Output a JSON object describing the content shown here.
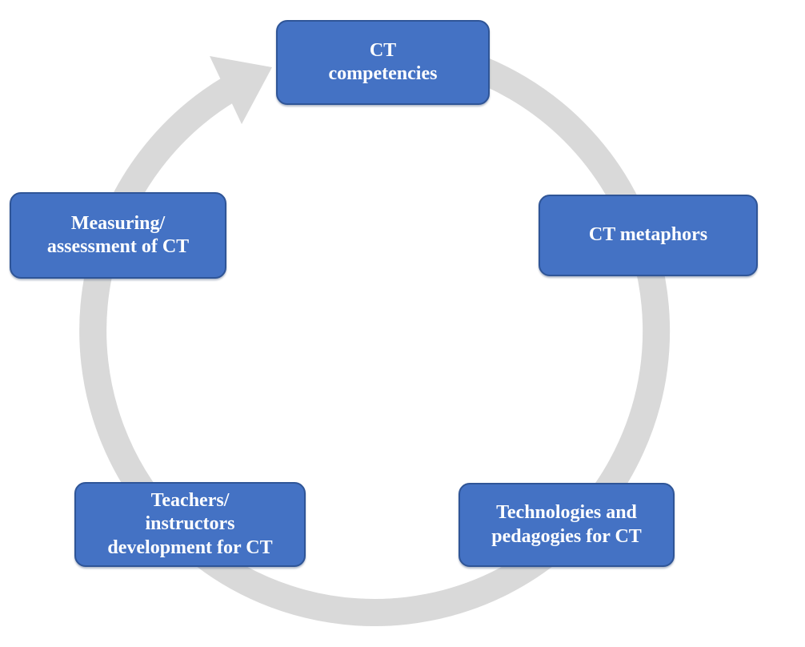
{
  "diagram": {
    "type": "cycle",
    "direction": "clockwise",
    "nodes": [
      {
        "id": "ct-competencies",
        "position": "top",
        "label": "CT\ncompetencies"
      },
      {
        "id": "ct-metaphors",
        "position": "right",
        "label": "CT metaphors"
      },
      {
        "id": "technologies-pedagogies",
        "position": "bottom-right",
        "label": "Technologies and\npedagogies for CT"
      },
      {
        "id": "teachers-instructors",
        "position": "bottom-left",
        "label": "Teachers/\ninstructors\ndevelopment for CT"
      },
      {
        "id": "measuring-assessment",
        "position": "left",
        "label": "Measuring/\nassessment of CT"
      }
    ],
    "colors": {
      "node_fill": "#4472C4",
      "node_border": "#2F5597",
      "node_text": "#FFFFFF",
      "arrow": "#D9D9D9",
      "background": "#FFFFFF"
    }
  }
}
